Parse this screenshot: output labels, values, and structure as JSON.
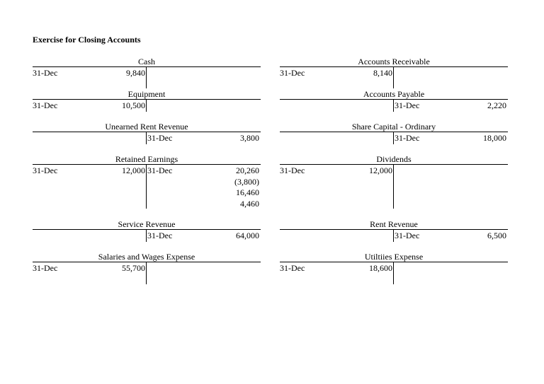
{
  "title": "Exercise for Closing Accounts",
  "accounts": [
    {
      "key": "cash",
      "name": "Cash",
      "debits": [
        {
          "date": "31-Dec",
          "amount": "9,840"
        }
      ],
      "credits": []
    },
    {
      "key": "ar",
      "name": "Accounts Receivable",
      "debits": [
        {
          "date": "31-Dec",
          "amount": "8,140"
        }
      ],
      "credits": []
    },
    {
      "key": "equipment",
      "name": "Equipment",
      "debits": [
        {
          "date": "31-Dec",
          "amount": "10,500"
        }
      ],
      "credits": []
    },
    {
      "key": "ap",
      "name": "Accounts Payable",
      "debits": [],
      "credits": [
        {
          "date": "31-Dec",
          "amount": "2,220"
        }
      ]
    },
    {
      "key": "unearned",
      "name": "Unearned Rent Revenue",
      "debits": [],
      "credits": [
        {
          "date": "31-Dec",
          "amount": "3,800"
        }
      ]
    },
    {
      "key": "share",
      "name": "Share Capital - Ordinary",
      "debits": [],
      "credits": [
        {
          "date": "31-Dec",
          "amount": "18,000"
        }
      ]
    },
    {
      "key": "retained",
      "name": "Retained Earnings",
      "debits": [
        {
          "date": "31-Dec",
          "amount": "12,000"
        }
      ],
      "credits": [
        {
          "date": "31-Dec",
          "amount": "20,260"
        },
        {
          "date": "",
          "amount": "(3,800)"
        },
        {
          "date": "",
          "amount": "16,460"
        },
        {
          "date": "",
          "amount": "4,460"
        }
      ]
    },
    {
      "key": "dividends",
      "name": "Dividends",
      "debits": [
        {
          "date": "31-Dec",
          "amount": "12,000"
        }
      ],
      "credits": []
    },
    {
      "key": "service",
      "name": "Service Revenue",
      "debits": [],
      "credits": [
        {
          "date": "31-Dec",
          "amount": "64,000"
        }
      ]
    },
    {
      "key": "rent",
      "name": "Rent Revenue",
      "debits": [],
      "credits": [
        {
          "date": "31-Dec",
          "amount": "6,500"
        }
      ]
    },
    {
      "key": "salaries",
      "name": "Salaries and Wages Expense",
      "debits": [
        {
          "date": "31-Dec",
          "amount": "55,700"
        }
      ],
      "credits": []
    },
    {
      "key": "utilities",
      "name": "Utiltiies Expense",
      "debits": [
        {
          "date": "31-Dec",
          "amount": "18,600"
        }
      ],
      "credits": []
    }
  ]
}
